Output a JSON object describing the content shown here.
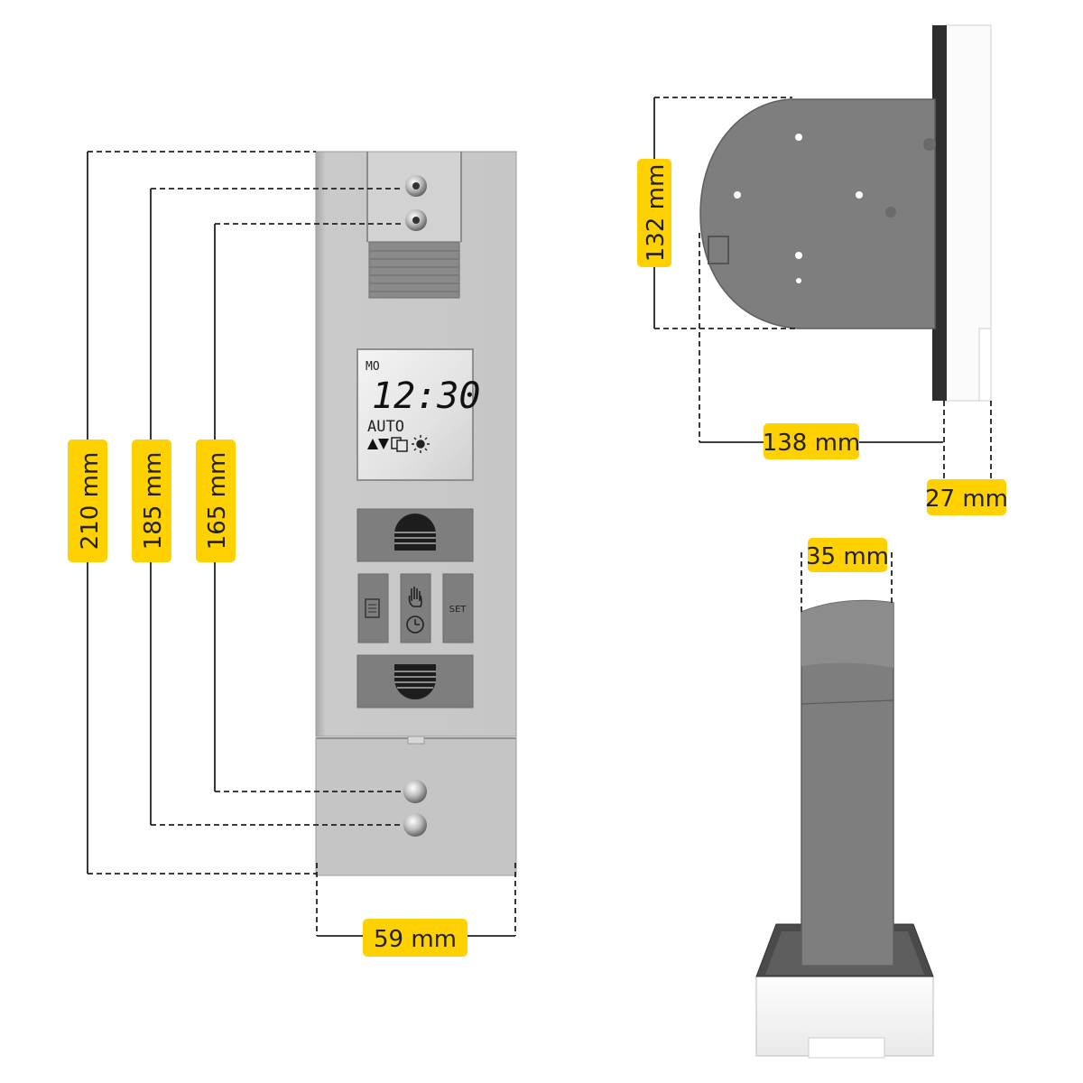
{
  "colors": {
    "label_bg": "#FFD100",
    "device_body": "#c4c4c4",
    "button_dark": "#7e7e7e",
    "motor_grey": "#7f7f7f",
    "lcd_bg": "#e6e6e6"
  },
  "display": {
    "day": "MO",
    "time": "12:30",
    "mode": "AUTO",
    "icons": [
      "up-down-arrows-icon",
      "calendar-icon",
      "sun-icon"
    ]
  },
  "buttons": {
    "up": "up-button",
    "menu": "menu-button",
    "hand_clock": "manual-auto-button",
    "set_label": "SET",
    "down": "down-button"
  },
  "dimensions": {
    "overall_height": "210 mm",
    "outer_hole_spacing": "185 mm",
    "inner_hole_spacing": "165 mm",
    "width": "59 mm",
    "mounting_plate_height": "132 mm",
    "depth": "138 mm",
    "front_depth": "27 mm",
    "belt_width": "35 mm"
  }
}
